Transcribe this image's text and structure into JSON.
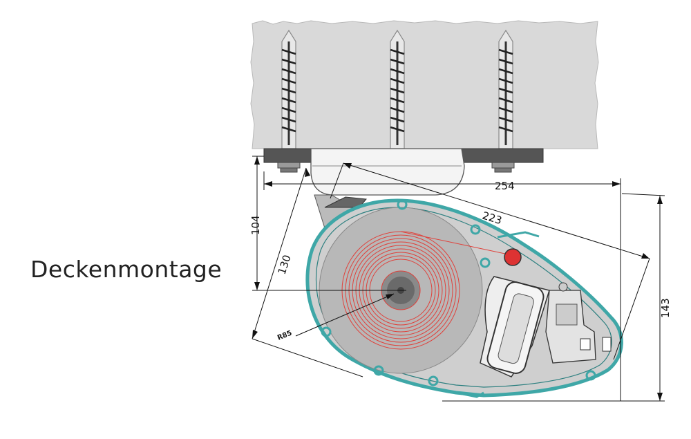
{
  "title": "Deckenmontage",
  "dimensions": {
    "width_bracket": "254",
    "diagonal_length": "223",
    "height_left": "104",
    "diagonal_depth": "130",
    "height_right": "143",
    "radius": "R85"
  },
  "colors": {
    "ceiling": "#d9d9d9",
    "profile": "#3fa7a7",
    "bracket": "#555555",
    "roll": "#bdbdbd",
    "fabric_lines": "#e0403a",
    "dimension_lines": "#111111"
  },
  "icons": [
    "wall-anchor-icon",
    "screw-icon"
  ]
}
